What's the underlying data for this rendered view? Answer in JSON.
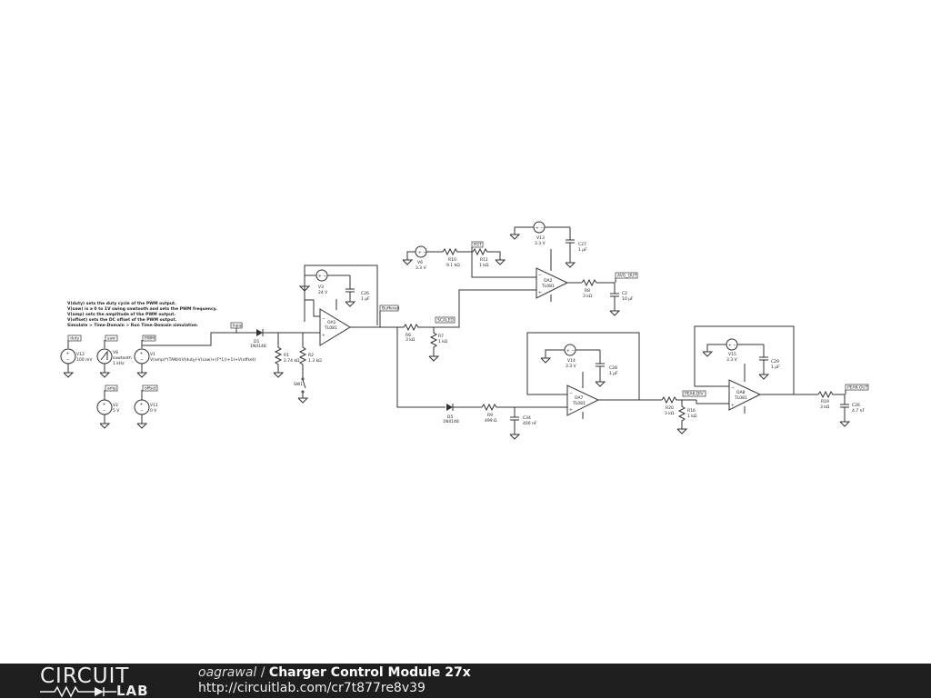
{
  "notes": [
    "V(duty) sets the duty cycle of the PWM output.",
    "V(saw) is a 0 to 1V swing sawtooth and sets the PWM frequency.",
    "V(amp) sets the amplitude of the PWM output.",
    "V(offset) sets the DC offset of the PWM output.",
    "Simulate > Time-Domain > Run Time-Domain simulation"
  ],
  "nodes": {
    "duty": "duty",
    "saw": "saw",
    "pwm": "PWM",
    "amp": "amp",
    "offset": "offset",
    "input": "Input",
    "buffered": "Buffered",
    "scaled": "SCALED",
    "rst": "RST",
    "avg_out": "AVG_OUT",
    "peak_div": "PEAK-DIV",
    "peak_out": "PEAK-OUT"
  },
  "components": {
    "v12": {
      "name": "V12",
      "value": "100 mV"
    },
    "v8": {
      "name": "V8",
      "value": "sawtooth",
      "value2": "1 kHz"
    },
    "v1": {
      "name": "V1",
      "value": "V(amp)*(TANH(V(duty)-V(saw)+(F*1))+1)+V(offset)"
    },
    "v2": {
      "name": "V2",
      "value": "5 V"
    },
    "v11": {
      "name": "V11",
      "value": "0 V"
    },
    "d1": {
      "name": "D1",
      "value": "1N4148"
    },
    "r1": {
      "name": "R1",
      "value": "2.74 kΩ"
    },
    "r2": {
      "name": "R2",
      "value": "1.3 kΩ"
    },
    "sw1": {
      "name": "SW1"
    },
    "v3": {
      "name": "V3",
      "value": "24 V"
    },
    "c26": {
      "name": "C26",
      "value": "1 µF"
    },
    "oa1": {
      "name": "OA1",
      "value": "TL081"
    },
    "r6": {
      "name": "R6",
      "value": "3 kΩ"
    },
    "r7": {
      "name": "R7",
      "value": "1 kΩ"
    },
    "v6": {
      "name": "V6",
      "value": "3.3 V"
    },
    "r10": {
      "name": "R10",
      "value": "9.1 kΩ"
    },
    "r11": {
      "name": "R11",
      "value": "1 kΩ"
    },
    "v13": {
      "name": "V13",
      "value": "3.3 V"
    },
    "c27": {
      "name": "C27",
      "value": "1 µF"
    },
    "oa2": {
      "name": "OA2",
      "value": "TL081"
    },
    "r8": {
      "name": "R8",
      "value": "3 kΩ"
    },
    "c2": {
      "name": "C2",
      "value": "10 µF"
    },
    "d5": {
      "name": "D5",
      "value": "1N4148"
    },
    "r9": {
      "name": "R9",
      "value": "499 Ω"
    },
    "c34": {
      "name": "C34",
      "value": "400 nF"
    },
    "v14": {
      "name": "V14",
      "value": "3.3 V"
    },
    "c28": {
      "name": "C28",
      "value": "1 µF"
    },
    "oa7": {
      "name": "OA7",
      "value": "TL081"
    },
    "r20": {
      "name": "R20",
      "value": "3 kΩ"
    },
    "r16": {
      "name": "R16",
      "value": "1 kΩ"
    },
    "v15": {
      "name": "V15",
      "value": "3.3 V"
    },
    "c29": {
      "name": "C29",
      "value": "1 µF"
    },
    "oa8": {
      "name": "OA8",
      "value": "TL081"
    },
    "r19": {
      "name": "R19",
      "value": "3 kΩ"
    },
    "c26b": {
      "name": "C26",
      "value": "4.7 nF"
    }
  },
  "footer": {
    "brand_top": "CIRCUIT",
    "brand_bottom": "LAB",
    "author": "oagrawal",
    "separator": " / ",
    "title": "Charger Control Module 27x",
    "url": "http://circuitlab.com/cr7t877re8v39"
  }
}
